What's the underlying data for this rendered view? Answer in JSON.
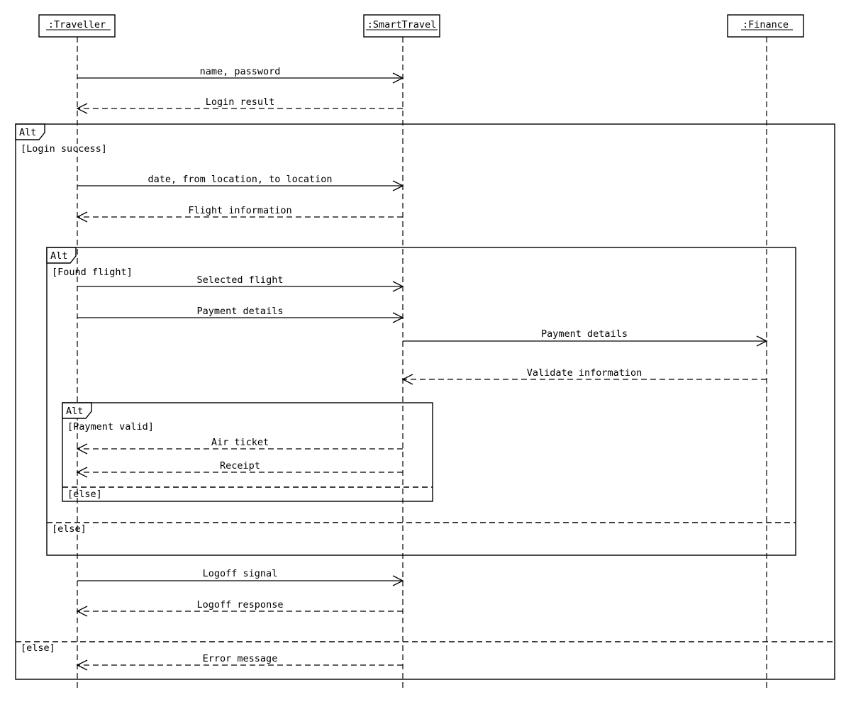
{
  "participants": [
    {
      "id": "traveller",
      "label": ":Traveller"
    },
    {
      "id": "smarttravel",
      "label": ":SmartTravel"
    },
    {
      "id": "finance",
      "label": ":Finance"
    }
  ],
  "messages": [
    {
      "id": "m1",
      "from": "traveller",
      "to": "smarttravel",
      "label": "name, password",
      "kind": "sync"
    },
    {
      "id": "m2",
      "from": "smarttravel",
      "to": "traveller",
      "label": "Login result",
      "kind": "reply"
    },
    {
      "id": "m3",
      "from": "traveller",
      "to": "smarttravel",
      "label": "date, from location, to location",
      "kind": "sync"
    },
    {
      "id": "m4",
      "from": "smarttravel",
      "to": "traveller",
      "label": "Flight information",
      "kind": "reply"
    },
    {
      "id": "m5",
      "from": "traveller",
      "to": "smarttravel",
      "label": "Selected flight",
      "kind": "sync"
    },
    {
      "id": "m6",
      "from": "traveller",
      "to": "smarttravel",
      "label": "Payment details",
      "kind": "sync"
    },
    {
      "id": "m7",
      "from": "smarttravel",
      "to": "finance",
      "label": "Payment details",
      "kind": "sync"
    },
    {
      "id": "m8",
      "from": "finance",
      "to": "smarttravel",
      "label": "Validate information",
      "kind": "reply"
    },
    {
      "id": "m9",
      "from": "smarttravel",
      "to": "traveller",
      "label": "Air ticket",
      "kind": "reply"
    },
    {
      "id": "m10",
      "from": "smarttravel",
      "to": "traveller",
      "label": "Receipt",
      "kind": "reply"
    },
    {
      "id": "m11",
      "from": "traveller",
      "to": "smarttravel",
      "label": "Logoff signal",
      "kind": "sync"
    },
    {
      "id": "m12",
      "from": "smarttravel",
      "to": "traveller",
      "label": "Logoff response",
      "kind": "reply"
    },
    {
      "id": "m13",
      "from": "smarttravel",
      "to": "traveller",
      "label": "Error message",
      "kind": "reply"
    }
  ],
  "fragments": [
    {
      "id": "outer",
      "operator": "Alt",
      "guard": "[Login success]",
      "else_guard": "[else]"
    },
    {
      "id": "middle",
      "operator": "Alt",
      "guard": "[Found flight]",
      "else_guard": "[else]"
    },
    {
      "id": "inner",
      "operator": "Alt",
      "guard": "[Payment valid]",
      "else_guard": "[else]"
    }
  ]
}
